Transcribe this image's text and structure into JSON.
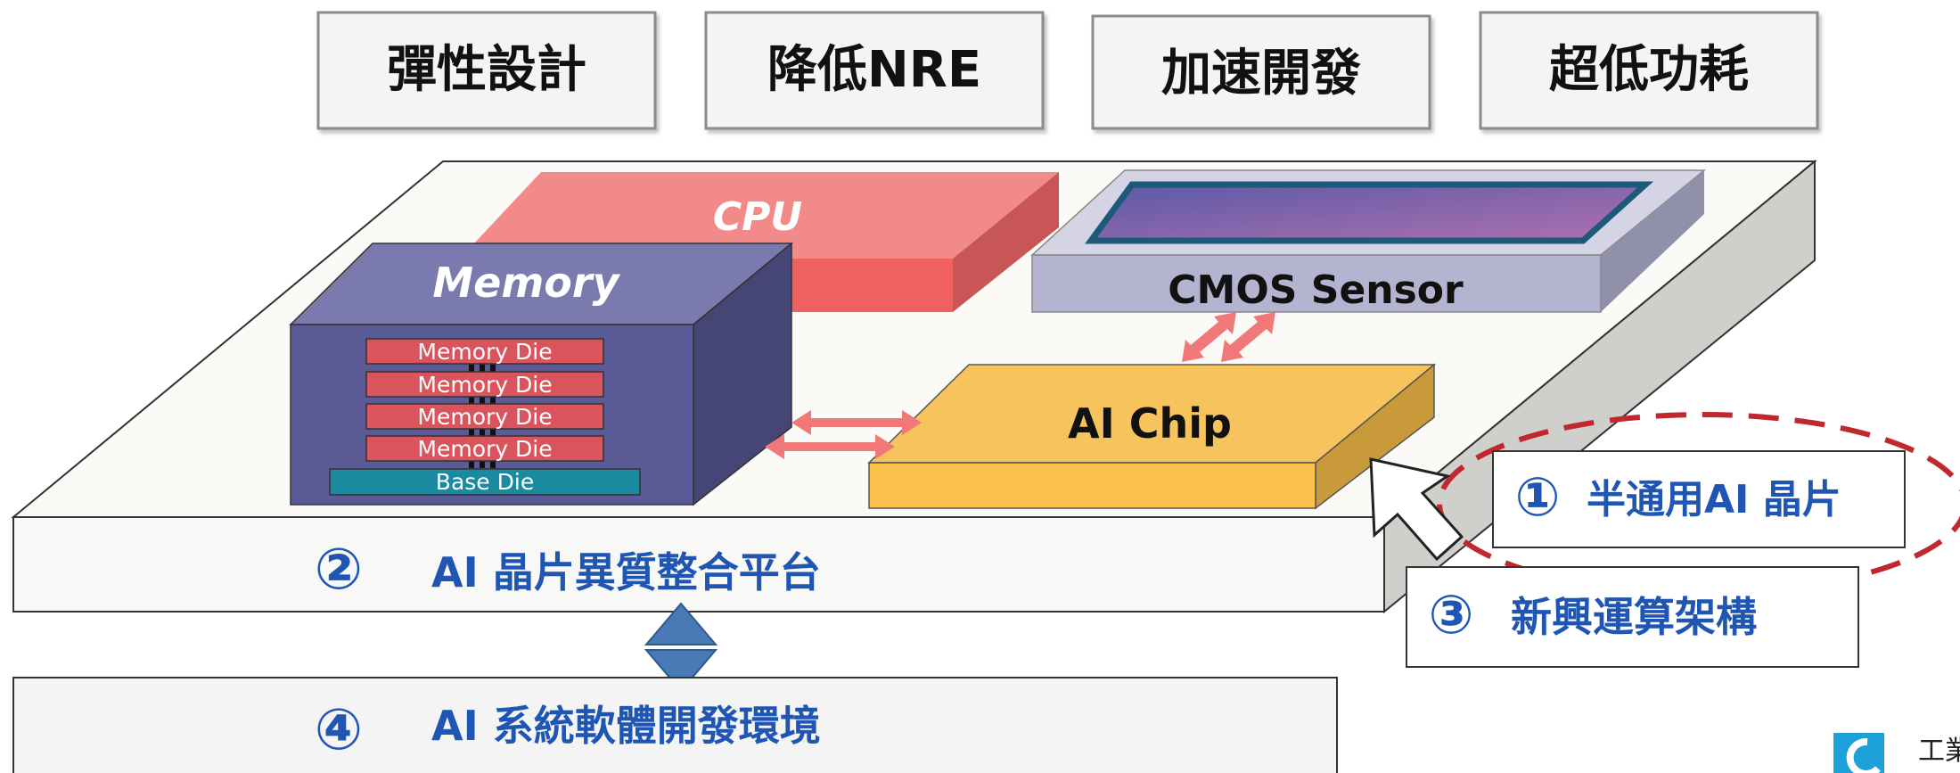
{
  "top_boxes": [
    "彈性設計",
    "降低NRE",
    "加速開發",
    "超低功耗"
  ],
  "cpu": {
    "label": "CPU"
  },
  "memory": {
    "label": "Memory",
    "dies": [
      "Memory Die",
      "Memory Die",
      "Memory Die",
      "Memory Die"
    ],
    "base": "Base Die"
  },
  "cmos": {
    "label": "CMOS Sensor"
  },
  "ai_chip": {
    "label": "AI Chip"
  },
  "callouts": {
    "c1": {
      "num": "①",
      "text": "半通用AI 晶片"
    },
    "c2": {
      "num": "②",
      "text": "AI 晶片異質整合平台"
    },
    "c3": {
      "num": "③",
      "text": "新興運算架構"
    },
    "c4": {
      "num": "④",
      "text": "AI 系統軟體開發環境"
    }
  },
  "logo": {
    "text": "工業"
  },
  "colors": {
    "box_border": "#8c8c8c",
    "cpu_top": "#f28a8a",
    "cpu_front": "#f06060",
    "memory_front": "#5a5a96",
    "die_fill": "#d9545c",
    "base_fill": "#1a8aa0",
    "ai_top": "#f6c35c",
    "ai_front": "#fcc14c",
    "cmos_fill": "#b4b4d0",
    "label_blue": "#1f56b4",
    "arrow_red": "#f07878",
    "arrow_blue": "#4a7ab6",
    "dash_red": "#c0282d"
  }
}
